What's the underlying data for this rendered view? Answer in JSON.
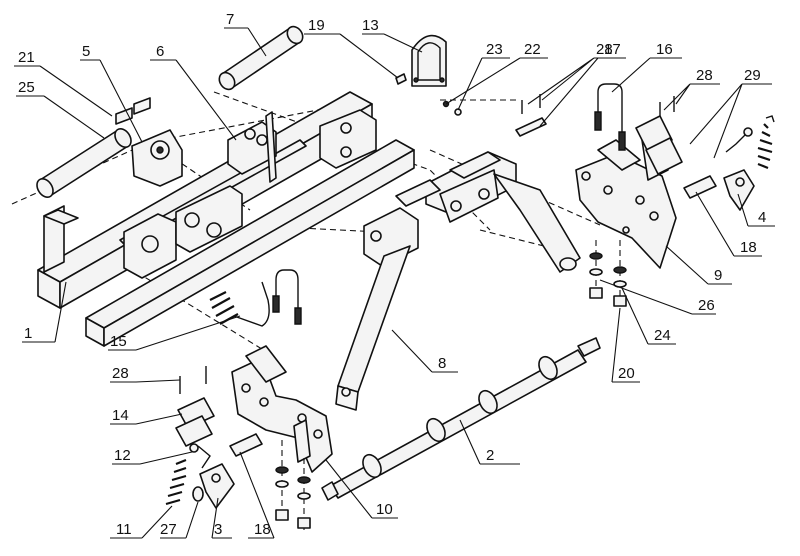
{
  "callouts": [
    {
      "id": "c1",
      "label": "1"
    },
    {
      "id": "c2",
      "label": "2"
    },
    {
      "id": "c3",
      "label": "3"
    },
    {
      "id": "c4",
      "label": "4"
    },
    {
      "id": "c5",
      "label": "5"
    },
    {
      "id": "c6",
      "label": "6"
    },
    {
      "id": "c7",
      "label": "7"
    },
    {
      "id": "c8",
      "label": "8"
    },
    {
      "id": "c9",
      "label": "9"
    },
    {
      "id": "c10",
      "label": "10"
    },
    {
      "id": "c11",
      "label": "11"
    },
    {
      "id": "c12",
      "label": "12"
    },
    {
      "id": "c13",
      "label": "13"
    },
    {
      "id": "c14",
      "label": "14"
    },
    {
      "id": "c15",
      "label": "15"
    },
    {
      "id": "c16",
      "label": "16"
    },
    {
      "id": "c17",
      "label": "17"
    },
    {
      "id": "c18a",
      "label": "18"
    },
    {
      "id": "c18b",
      "label": "18"
    },
    {
      "id": "c19",
      "label": "19"
    },
    {
      "id": "c20",
      "label": "20"
    },
    {
      "id": "c21",
      "label": "21"
    },
    {
      "id": "c22",
      "label": "22"
    },
    {
      "id": "c23",
      "label": "23"
    },
    {
      "id": "c24",
      "label": "24"
    },
    {
      "id": "c25",
      "label": "25"
    },
    {
      "id": "c26",
      "label": "26"
    },
    {
      "id": "c27",
      "label": "27"
    },
    {
      "id": "c28a",
      "label": "28"
    },
    {
      "id": "c28b",
      "label": "28"
    },
    {
      "id": "c28c",
      "label": "28"
    },
    {
      "id": "c29",
      "label": "29"
    }
  ]
}
